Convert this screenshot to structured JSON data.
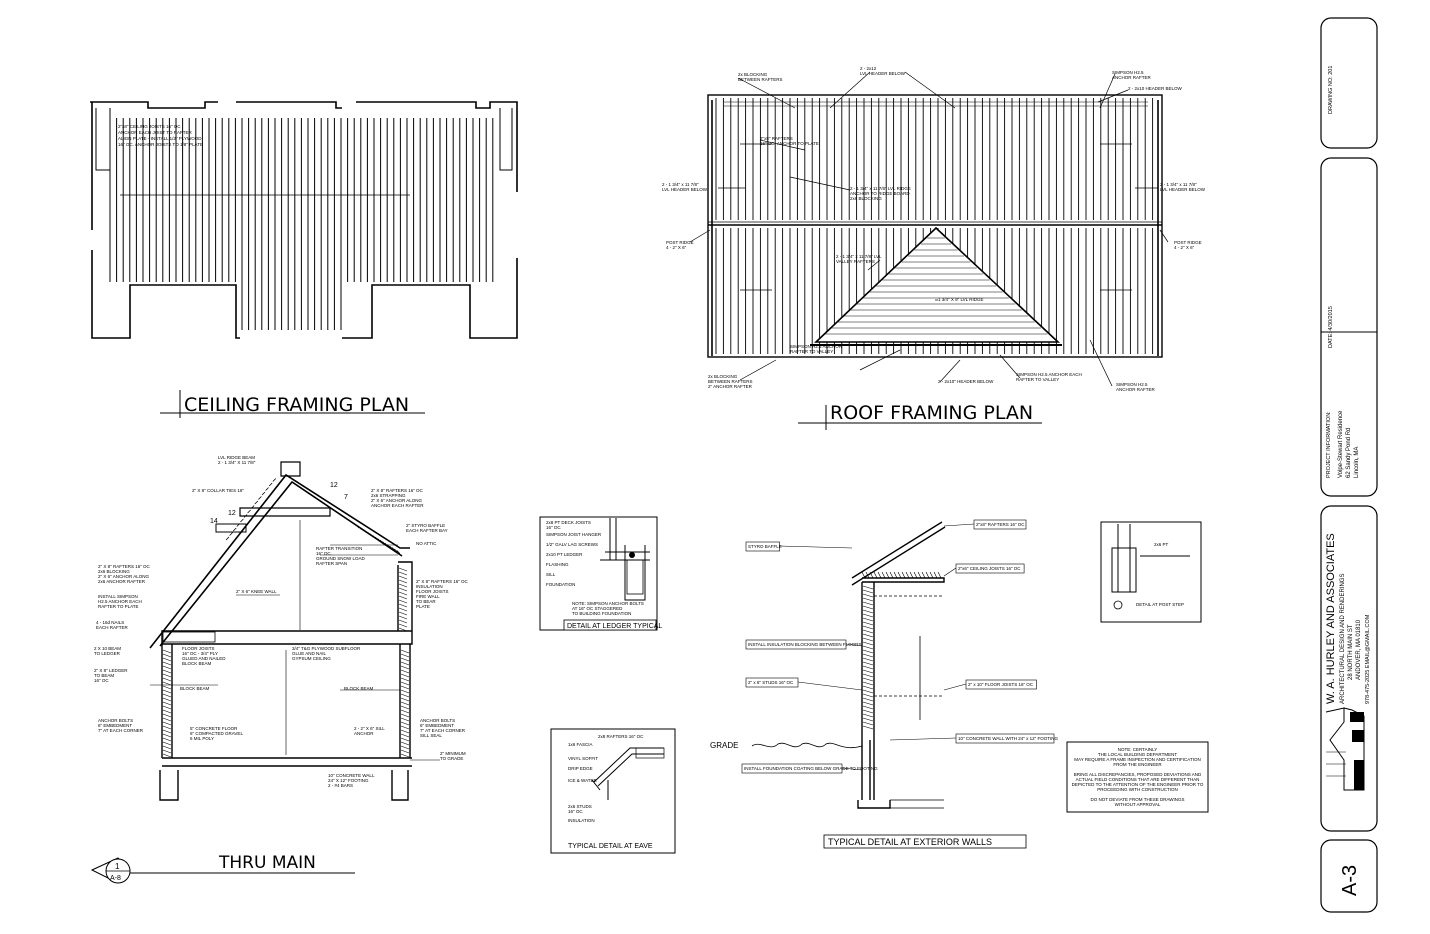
{
  "titles": {
    "ceiling_plan": "CEILING FRAMING PLAN",
    "roof_plan": "ROOF FRAMING PLAN",
    "section": "THRU MAIN",
    "detail_ledger": "DETAIL AT LEDGER TYPICAL",
    "detail_eave": "TYPICAL DETAIL AT EAVE",
    "detail_walls": "TYPICAL DETAIL AT EXTERIOR WALLS",
    "detail_post": "DETAIL AT POST STEP"
  },
  "section_marker": {
    "number": "1",
    "sheet": "A-8"
  },
  "labels": {
    "grade": "GRADE",
    "slope_12_a": "12",
    "slope_12_b": "12",
    "slope_7": "7",
    "slope_14": "14"
  },
  "wall_callouts": [
    "2\"x8\" RAFTERS 16\" OC",
    "2\"x6\" CEILING JOISTS 16\" OC",
    "STYRO BAFFLE",
    "2\" x 10\" FLOOR JOISTS 16\" OC",
    "2\" x 6\" STUDS 16\" OC",
    "INSTALL INSULATION BLOCKING BETWEEN FLOORS",
    "INSTALL FOUNDATION COATING BELOW GRADE TO FOOTING",
    "10\" CONCRETE WALL WITH 24\" x 12\" FOOTING"
  ],
  "note_box": {
    "lines": [
      "NOTE: CERTAINLY",
      "THE LOCAL BUILDING DEPARTMENT",
      "MAY REQUIRE A FRAME INSPECTION AND CERTIFICATION",
      "FROM THE ENGINEER",
      "",
      "BRING ALL DISCREPANCIES, PROPOSED DEVIATIONS AND",
      "ACTUAL FIELD CONDITIONS THAT ARE DIFFERENT THAN",
      "DEPICTED TO THE ATTENTION OF THE ENGINEER PRIOR TO",
      "PROCEEDING WITH CONSTRUCTION",
      "",
      "DO NOT DEVIATE FROM THESE DRAWINGS",
      "WITHOUT APPROVAL"
    ]
  },
  "title_block": {
    "drawing_no": "DRAWING NO: 201",
    "date": "DATE: 4/30/2015",
    "project_label": "PROJECT INFORMATION:",
    "project_lines": [
      "Volpe-Stewart Residence",
      "62 Sandy Pond Rd",
      "Lincoln, MA"
    ],
    "firm_name": "W. A. HURLEY AND ASSOCIATES",
    "firm_tagline": "ARCHITECTURAL DESIGN AND RENDERINGS",
    "firm_address": [
      "28 NORTH MAIN ST",
      "ANDOVER, MA 01810"
    ],
    "firm_contact": "978-475-2025   EMAIL@GMAIL.COM",
    "sheet_number": "A-3"
  }
}
